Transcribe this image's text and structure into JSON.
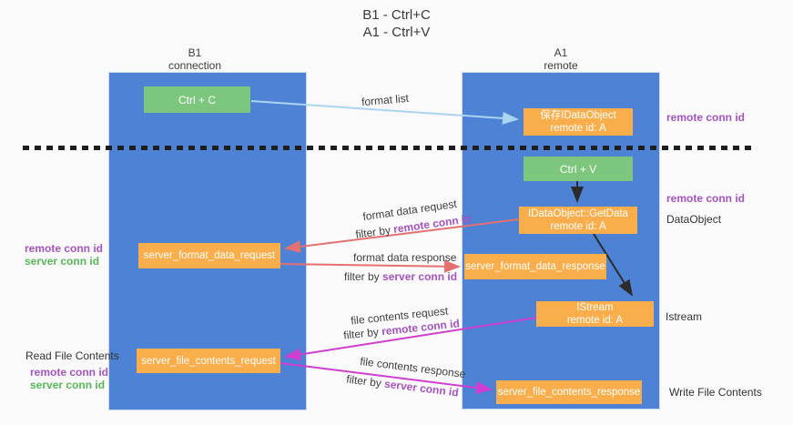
{
  "title": {
    "line1": "B1 - Ctrl+C",
    "line2": "A1 - Ctrl+V"
  },
  "columns": {
    "left": {
      "name": "B1",
      "role": "connection"
    },
    "right": {
      "name": "A1",
      "role": "remote"
    }
  },
  "nodes": {
    "ctrl_c": "Ctrl + C",
    "ctrl_v": "Ctrl + V",
    "save_dataobject": {
      "line1": "保存IDataObject",
      "line2": "remote id: A"
    },
    "getdata": {
      "line1": "IDataObject::GetData",
      "line2": "remote id: A"
    },
    "istream": {
      "line1": "IStream",
      "line2": "remote id: A"
    },
    "server_format_data_request": "server_format_data_request",
    "server_format_data_response": "server_format_data_response",
    "server_file_contents_request": "server_file_contents_request",
    "server_file_contents_response": "server_file_contents_response"
  },
  "flow_labels": {
    "format_list": "format list",
    "format_data_request": "format data request",
    "format_data_response": "format data response",
    "file_contents_request": "file contents request",
    "file_contents_response": "file contents response",
    "filter_by": "filter by",
    "remote_conn_id": "remote conn id",
    "server_conn_id": "server conn id"
  },
  "side_labels": {
    "remote_conn_id": "remote conn id",
    "server_conn_id": "server conn id",
    "dataobject": "DataObject",
    "istream": "Istream",
    "read_file_contents": "Read File Contents",
    "write_file_contents": "Write File Contents"
  },
  "colors": {
    "column_blue": "#4d82d5",
    "node_green": "#7cc67e",
    "node_orange": "#f9ae4b",
    "arrow_light_blue": "#a9d5f2",
    "arrow_salmon": "#e57070",
    "arrow_magenta": "#cf3ecf",
    "arrow_black": "#2b2b2b",
    "label_purple": "#a653c1",
    "label_green": "#57b857"
  }
}
